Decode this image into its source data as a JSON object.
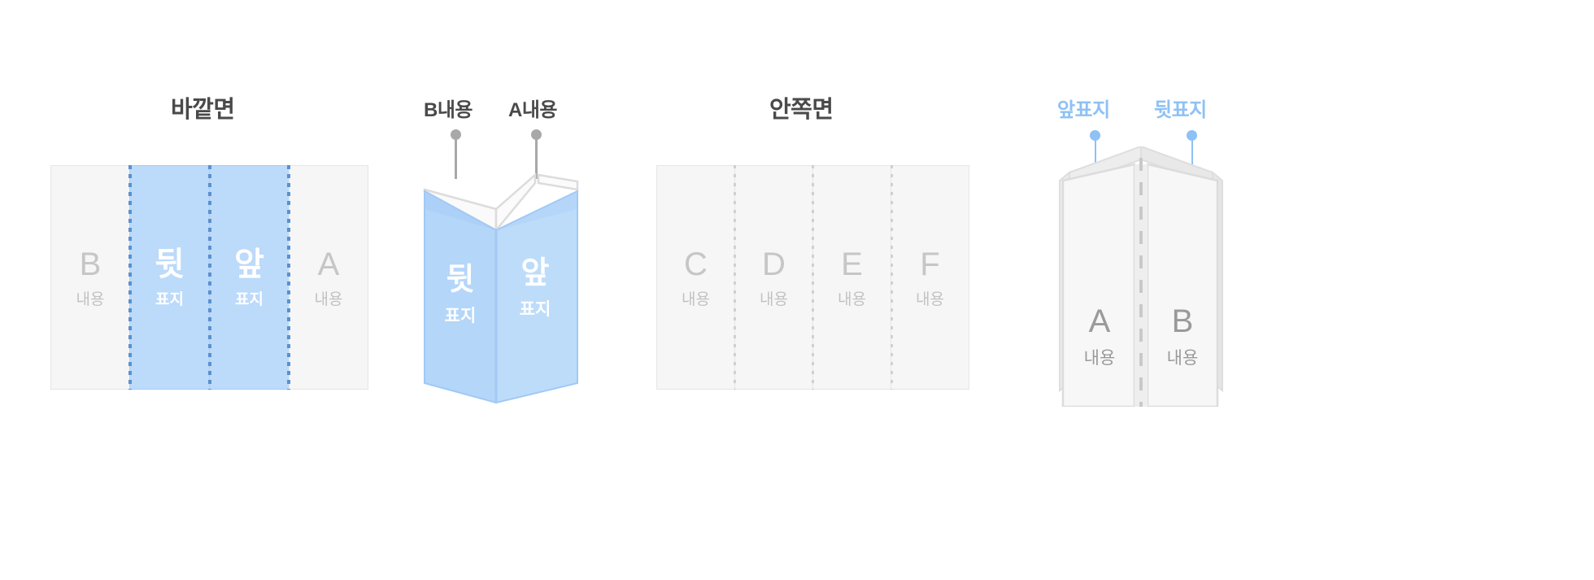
{
  "diagrams": {
    "outside_spread": {
      "title": "바깥면",
      "pages": [
        {
          "letter": "B",
          "sub": "내용",
          "style": "gray"
        },
        {
          "letter": "뒷",
          "sub": "표지",
          "style": "blue"
        },
        {
          "letter": "앞",
          "sub": "표지",
          "style": "blue"
        },
        {
          "letter": "A",
          "sub": "내용",
          "style": "gray"
        }
      ]
    },
    "folded_cover": {
      "callouts": [
        {
          "label": "B내용",
          "color": "#4a4a4a"
        },
        {
          "label": "A내용",
          "color": "#4a4a4a"
        }
      ],
      "faces": [
        {
          "big": "뒷",
          "small": "표지"
        },
        {
          "big": "앞",
          "small": "표지"
        }
      ]
    },
    "inside_spread": {
      "title": "안쪽면",
      "pages": [
        {
          "letter": "C",
          "sub": "내용",
          "style": "gray"
        },
        {
          "letter": "D",
          "sub": "내용",
          "style": "gray"
        },
        {
          "letter": "E",
          "sub": "내용",
          "style": "gray"
        },
        {
          "letter": "F",
          "sub": "내용",
          "style": "gray"
        }
      ]
    },
    "folded_inside": {
      "callouts": [
        {
          "label": "앞표지",
          "color": "#8ec1f5"
        },
        {
          "label": "뒷표지",
          "color": "#8ec1f5"
        }
      ],
      "faces": [
        {
          "big": "A",
          "small": "내용"
        },
        {
          "big": "B",
          "small": "내용"
        }
      ]
    }
  },
  "colors": {
    "blue_fill": "#bcdaf9",
    "blue_fill_dark": "#a8cdf6",
    "blue_accent": "#8ec1f5",
    "blue_fold": "#5b91d0",
    "gray_fill": "#f6f6f6",
    "gray_border": "#e6e6e6",
    "gray_text": "#c6c6c6",
    "dark_text": "#4a4a4a",
    "leader_gray": "#a8a8a8"
  }
}
